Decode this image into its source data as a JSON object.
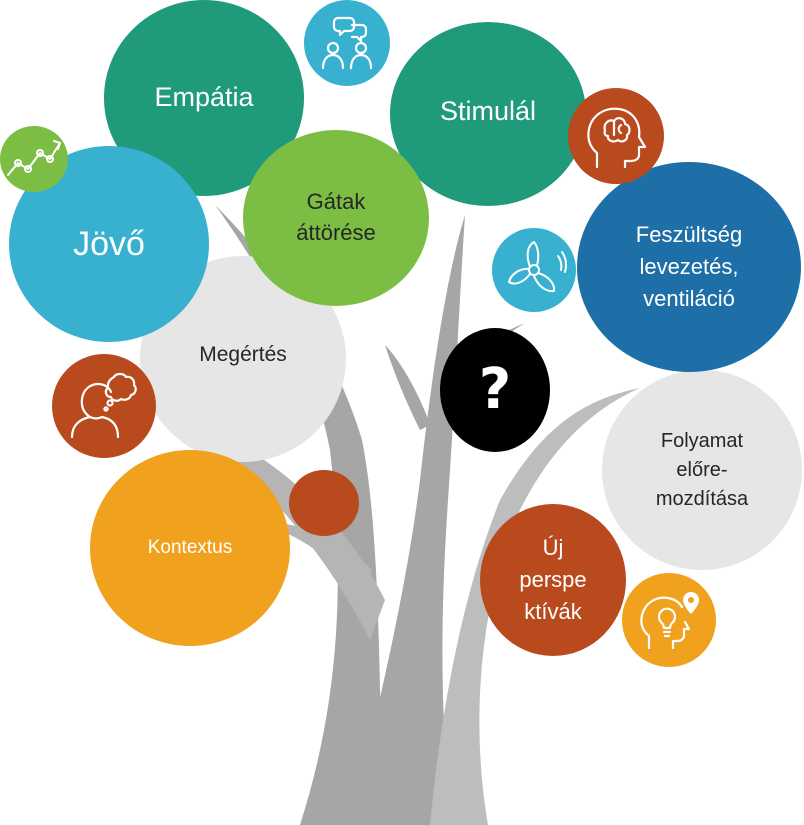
{
  "colors": {
    "teal": "#1f9a7a",
    "green": "#7cbd43",
    "sky": "#38b1d1",
    "blue": "#1e6ea7",
    "rust": "#b84a1e",
    "orange": "#f0a11e",
    "grey": "#e6e6e6",
    "black": "#000000",
    "trunk": "#a6a6a6"
  },
  "bubbles": {
    "empatia": "Empátia",
    "stimulal": "Stimulál",
    "jovo": "Jövő",
    "gatak": "Gátak\náttörése",
    "feszultseg": "Feszültség\nlevezetés,\nventiláció",
    "megertes": "Megértés",
    "question": "?",
    "folyamat": "Folyamat\nelőre-\nmozdítása",
    "kontextus": "Kontextus",
    "uj": "Új\nperspe\nktívák"
  },
  "icons": {
    "chat": "people-chat-icon",
    "trend": "trend-line-icon",
    "brain": "head-brain-icon",
    "turbine": "wind-turbine-icon",
    "thought": "head-thought-icon",
    "idea": "head-idea-icon"
  }
}
